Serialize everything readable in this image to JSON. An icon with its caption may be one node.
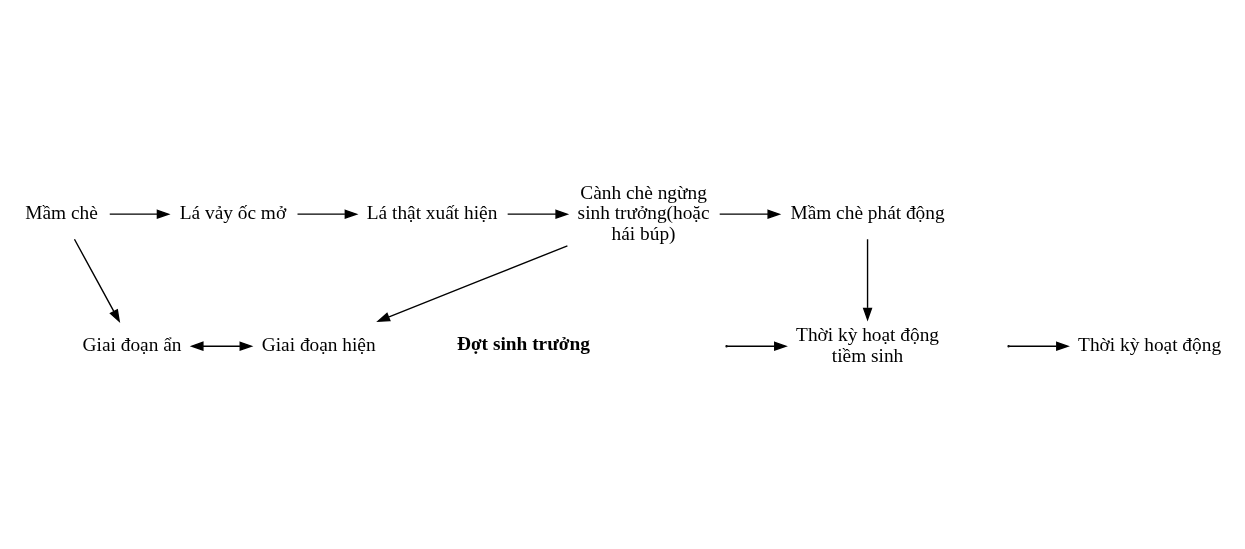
{
  "diagram": {
    "nodes": [
      {
        "text": [
          "Mầm chè"
        ]
      },
      {
        "text": [
          "Lá vảy ốc mở"
        ]
      },
      {
        "text": [
          "Lá thật xuất hiện"
        ]
      },
      {
        "text": [
          "Cành chè ngừng sinh trưởng(hoặc hái búp)"
        ]
      },
      {
        "text": [
          "Mầm chè phát động"
        ]
      },
      {
        "text": [
          "Giai đoạn ẩn"
        ]
      },
      {
        "text": [
          "Giai đoạn hiện"
        ]
      },
      {
        "text": [
          "Thời kỳ hoạt động"
        ]
      },
      {
        "text": [
          "Thời kỳ hoạt động tiềm sinh"
        ]
      }
    ],
    "edges": [
      {
        "from": 0,
        "to": 1,
        "arrow": "to"
      },
      {
        "from": 1,
        "to": 2,
        "arrow": "to"
      },
      {
        "from": 2,
        "to": 3,
        "arrow": "to"
      },
      {
        "from": 3,
        "to": 4,
        "arrow": "to"
      },
      {
        "from": 0,
        "to": 5,
        "arrow": "to"
      },
      {
        "from": 5,
        "to": 6,
        "arrow": "both"
      },
      {
        "from": 3,
        "to": 6,
        "arrow": "to"
      },
      {
        "from": 4,
        "to": 8,
        "arrow": "to"
      },
      {
        "from": null,
        "to": 7,
        "arrow": "to"
      },
      {
        "from": null,
        "to": 8,
        "arrow": "to"
      }
    ],
    "labels": [
      "Đợt sinh trưởng"
    ]
  }
}
